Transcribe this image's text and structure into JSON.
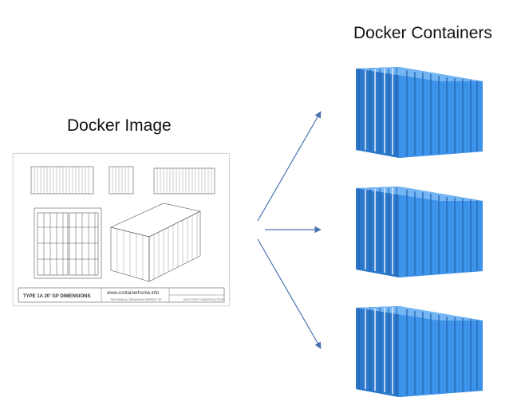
{
  "labels": {
    "image": "Docker Image",
    "containers": "Docker Containers"
  },
  "blueprint": {
    "title_block": "TYPE 1A 20' GP DIMENSIONS",
    "website": "www.containerhome.info",
    "sub_note": "TECHNICAL DRAWING SERIES 20'",
    "right_note": "NOT FOR CONSTRUCTION"
  },
  "colors": {
    "arrow": "#4a72b0",
    "container_front": "#2f7fd6",
    "container_side": "#3b8fe8",
    "container_top": "#6fb3f2"
  }
}
